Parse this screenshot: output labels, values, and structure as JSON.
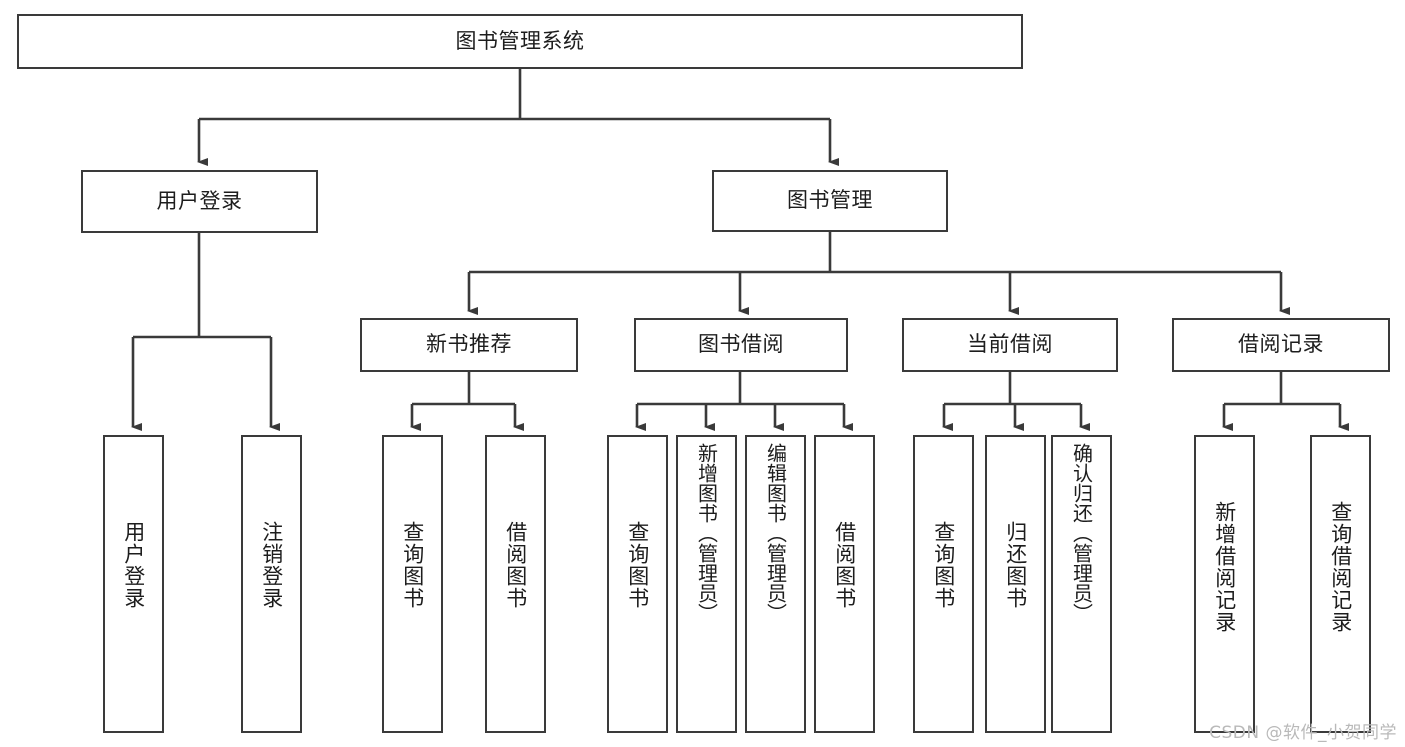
{
  "diagram": {
    "title": "图书管理系统",
    "watermark": "CSDN @软件_小贺同学",
    "colors": {
      "background": "#ffffff",
      "stroke": "#3a3a3a",
      "text": "#1d1d1d",
      "watermark": "#b9b9b9"
    },
    "root": {
      "label": "图书管理系统"
    },
    "level2": [
      {
        "label": "用户登录"
      },
      {
        "label": "图书管理"
      }
    ],
    "level3": [
      {
        "label": "新书推荐"
      },
      {
        "label": "图书借阅"
      },
      {
        "label": "当前借阅"
      },
      {
        "label": "借阅记录"
      }
    ],
    "leaves": {
      "user_login": [
        {
          "label": "用户登录"
        },
        {
          "label": "注销登录"
        }
      ],
      "new_book_recommend": [
        {
          "label": "查询图书"
        },
        {
          "label": "借阅图书"
        }
      ],
      "book_borrow": [
        {
          "label": "查询图书"
        },
        {
          "label": "新增图书（管理员）"
        },
        {
          "label": "编辑图书（管理员）"
        },
        {
          "label": "借阅图书"
        }
      ],
      "current_borrow": [
        {
          "label": "查询图书"
        },
        {
          "label": "归还图书"
        },
        {
          "label": "确认归还（管理员）"
        }
      ],
      "borrow_record": [
        {
          "label": "新增借阅记录"
        },
        {
          "label": "查询借阅记录"
        }
      ]
    }
  }
}
